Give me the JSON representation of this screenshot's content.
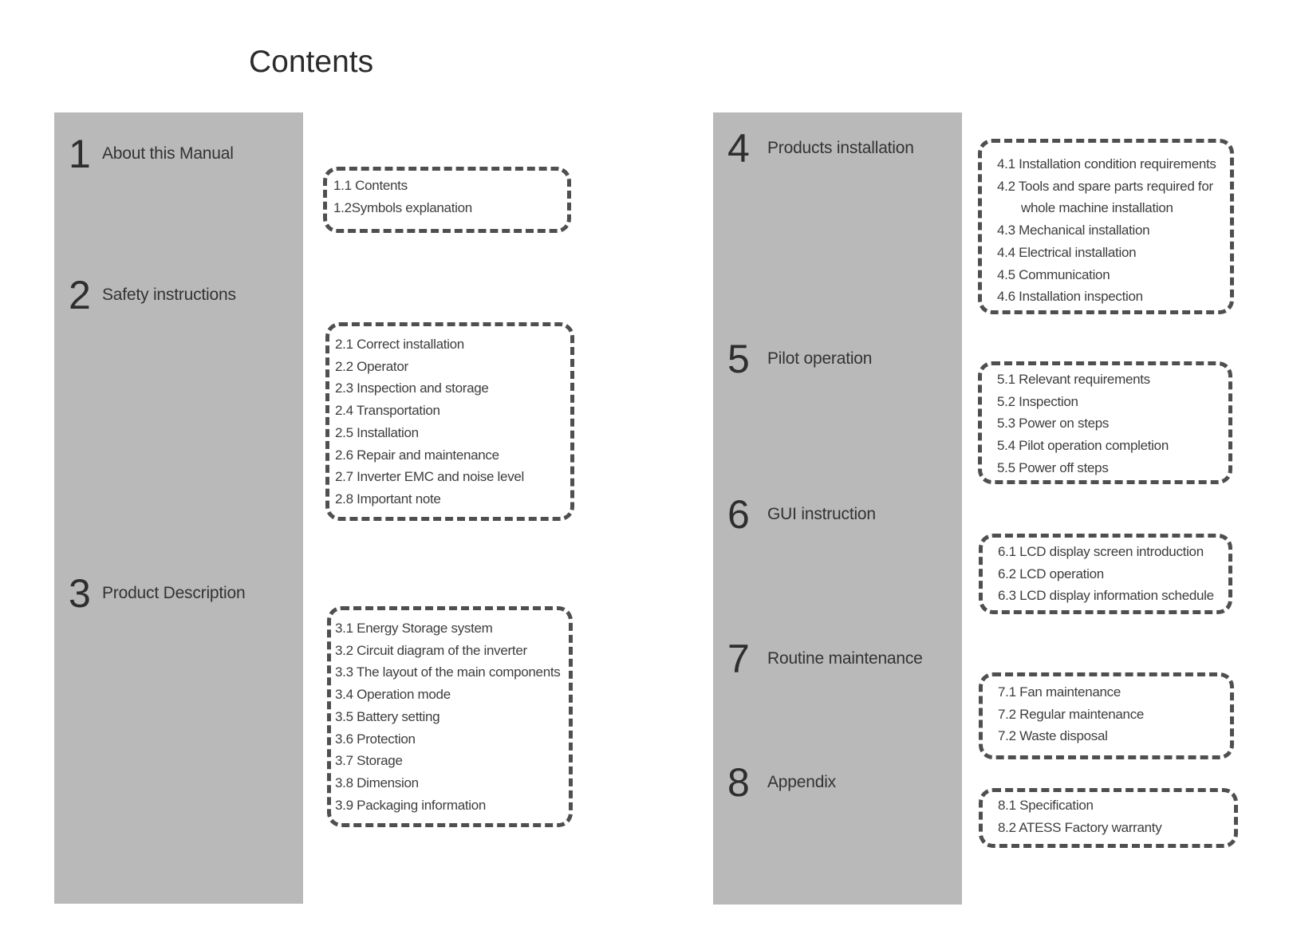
{
  "title": "Contents",
  "left_sections": [
    {
      "number": "1",
      "title": "About this Manual"
    },
    {
      "number": "2",
      "title": "Safety instructions"
    },
    {
      "number": "3",
      "title": "Product Description"
    }
  ],
  "right_sections": [
    {
      "number": "4",
      "title": "Products installation"
    },
    {
      "number": "5",
      "title": "Pilot operation"
    },
    {
      "number": "6",
      "title": "GUI instruction"
    },
    {
      "number": "7",
      "title": "Routine maintenance"
    },
    {
      "number": "8",
      "title": "Appendix"
    }
  ],
  "boxes": {
    "b1": {
      "items": [
        "1.1 Contents",
        "1.2Symbols explanation"
      ]
    },
    "b2": {
      "items": [
        "2.1 Correct installation",
        "2.2 Operator",
        "2.3 Inspection and storage",
        "2.4 Transportation",
        "2.5 Installation",
        "2.6 Repair and maintenance",
        "2.7 Inverter EMC and noise level",
        "2.8 Important note"
      ]
    },
    "b3": {
      "items": [
        "3.1 Energy Storage system",
        "3.2 Circuit diagram of the inverter",
        "3.3 The layout of the main components",
        "3.4 Operation mode",
        "3.5 Battery setting",
        "3.6 Protection",
        "3.7 Storage",
        "3.8 Dimension",
        "3.9 Packaging information"
      ]
    },
    "b4": {
      "items": [
        "4.1 Installation condition requirements",
        "4.2 Tools and spare parts required for",
        "whole machine installation",
        "4.3 Mechanical installation",
        "4.4 Electrical installation",
        "4.5 Communication",
        "4.6 Installation inspection"
      ]
    },
    "b5": {
      "items": [
        "5.1 Relevant requirements",
        "5.2 Inspection",
        "5.3 Power on steps",
        "5.4 Pilot operation completion",
        "5.5 Power off steps"
      ]
    },
    "b6": {
      "items": [
        "6.1 LCD display screen introduction",
        "6.2 LCD operation",
        "6.3 LCD display information schedule"
      ]
    },
    "b7": {
      "items": [
        "7.1 Fan maintenance",
        "7.2 Regular maintenance",
        "7.2 Waste disposal"
      ]
    },
    "b8": {
      "items": [
        "8.1 Specification",
        "8.2 ATESS Factory warranty"
      ]
    }
  },
  "colors": {
    "column_bg": "#b9b9b9",
    "dash_border": "#4f4f4f",
    "text": "#3d3d3d"
  }
}
